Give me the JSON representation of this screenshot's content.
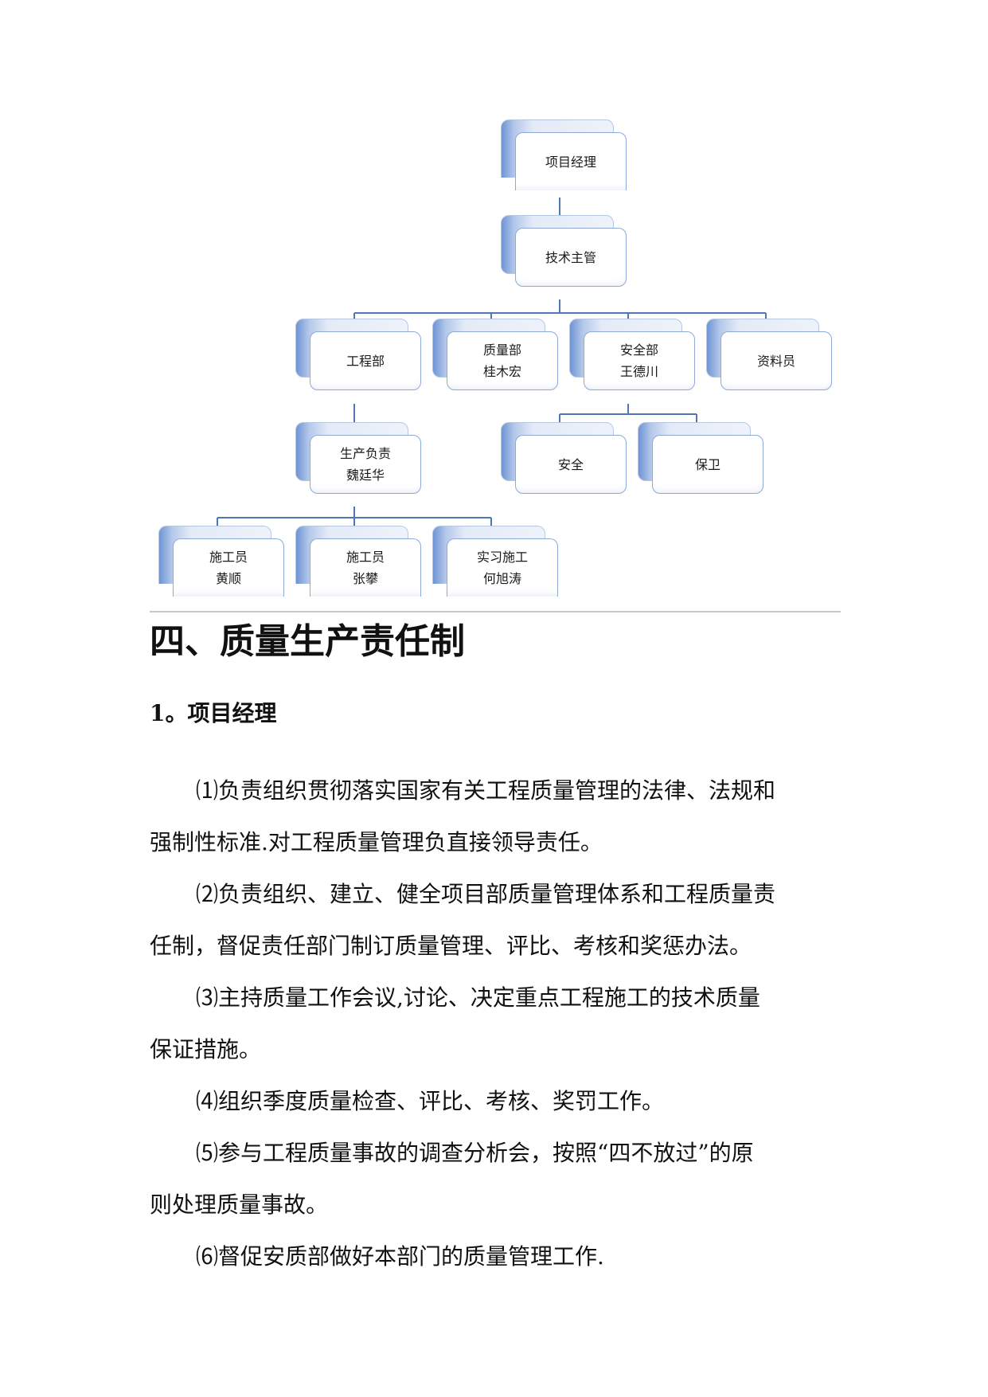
{
  "org_chart": {
    "nodes": {
      "pm": [
        "项目经理"
      ],
      "tech": [
        "技术主管"
      ],
      "eng": [
        "工程部"
      ],
      "qual": [
        "质量部",
        "桂木宏"
      ],
      "safety_dept": [
        "安全部",
        "王德川"
      ],
      "records": [
        "资料员"
      ],
      "prod": [
        "生产负责",
        "魏廷华"
      ],
      "safety": [
        "安全"
      ],
      "guard": [
        "保卫"
      ],
      "w1": [
        "施工员",
        "黄顺"
      ],
      "w2": [
        "施工员",
        "张攀"
      ],
      "w3": [
        "实习施工",
        "何旭涛"
      ]
    },
    "line_color": "#4f77b4"
  },
  "section": {
    "heading": "四、质量生产责任制",
    "subheading": "1。项目经理",
    "items": [
      {
        "first": "⑴负责组织贯彻落实国家有关工程质量管理的法律、法规和",
        "rest": "强制性标准.对工程质量管理负直接领导责任。"
      },
      {
        "first": "⑵负责组织、建立、健全项目部质量管理体系和工程质量责",
        "rest": "任制，督促责任部门制订质量管理、评比、考核和奖惩办法。"
      },
      {
        "first": "⑶主持质量工作会议,讨论、决定重点工程施工的技术质量",
        "rest": "保证措施。"
      },
      {
        "first": "⑷组织季度质量检查、评比、考核、奖罚工作。",
        "rest": ""
      },
      {
        "first": "⑸参与工程质量事故的调查分析会，按照“四不放过”的原",
        "rest": "则处理质量事故。"
      },
      {
        "first": "⑹督促安质部做好本部门的质量管理工作.",
        "rest": ""
      }
    ]
  }
}
